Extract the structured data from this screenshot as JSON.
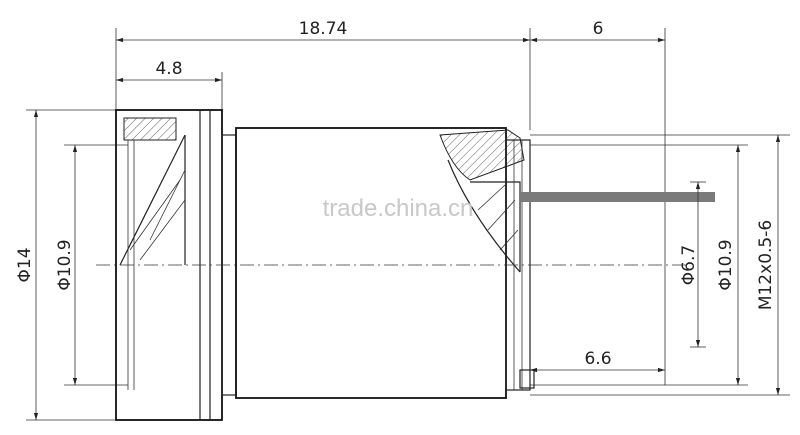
{
  "dimensions": {
    "overall_length": "18.74",
    "front_length": "4.8",
    "rear_length": "6",
    "thread_length": "6.6",
    "outer_diameter": "Φ14",
    "front_aperture": "Φ10.9",
    "rear_aperture": "Φ6.7",
    "rear_diameter": "Φ10.9",
    "thread_spec": "M12x0.5-6"
  },
  "watermark": "trade.china.cn",
  "colors": {
    "line": "#222222",
    "watermark": "#c8c8c8",
    "background": "#ffffff"
  }
}
